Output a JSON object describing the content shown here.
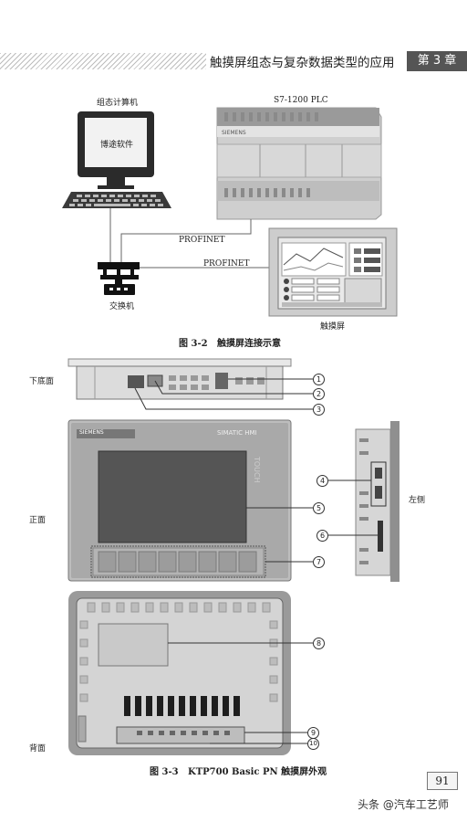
{
  "header": {
    "title": "触摸屏组态与复杂数据类型的应用",
    "chapter": "第 3 章"
  },
  "figure_3_2": {
    "computer_label": "组态计算机",
    "screen_text": "博途软件",
    "plc_label": "S7-1200 PLC",
    "plc_brand": "SIEMENS",
    "profinet_1": "PROFINET",
    "profinet_2": "PROFINET",
    "switch_label": "交换机",
    "hmi_label": "触摸屏",
    "caption_num": "图 3-2",
    "caption_text": "触摸屏连接示意"
  },
  "figure_3_3": {
    "bottom_view": "下底面",
    "front_view": "正面",
    "left_view": "左侧",
    "back_view": "背面",
    "brand": "SIEMENS",
    "product": "SIMATIC HMI",
    "touch": "TOUCH",
    "callouts": [
      "1",
      "2",
      "3",
      "4",
      "5",
      "6",
      "7",
      "8",
      "9",
      "10"
    ],
    "caption_num": "图 3-3",
    "caption_text": "KTP700 Basic PN 触摸屏外观"
  },
  "page_number": "91",
  "footer": "头条 @汽车工艺师"
}
